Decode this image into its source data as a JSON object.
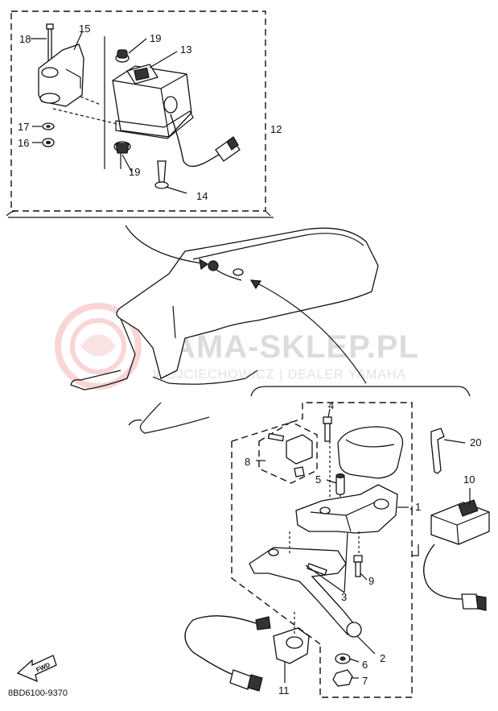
{
  "watermark": {
    "title": "YAMA-SKLEP.PL",
    "subtitle": "WOJCIECHOWICZ | DEALER YAMAHA"
  },
  "diagram_code": "8BD6100-9370",
  "fwd_label": "FWD",
  "callouts": {
    "c1": "1",
    "c2": "2",
    "c3": "3",
    "c4": "4",
    "c5": "5",
    "c6": "6",
    "c7": "7",
    "c8": "8",
    "c9": "9",
    "c10": "10",
    "c11": "11",
    "c12": "12",
    "c13": "13",
    "c14": "14",
    "c15": "15",
    "c16": "16",
    "c17": "17",
    "c18": "18",
    "c19a": "19",
    "c19b": "19",
    "c20": "20"
  }
}
